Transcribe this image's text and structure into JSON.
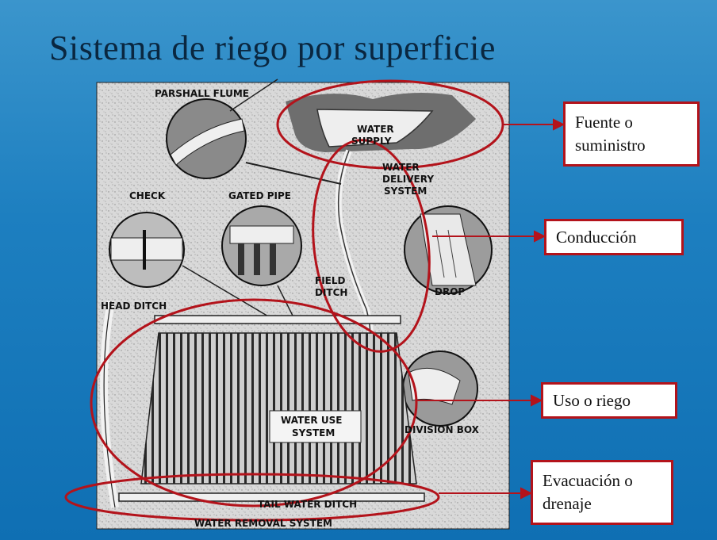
{
  "title": "Sistema de riego por superficie",
  "figure_labels": {
    "parshall_flume": "PARSHALL FLUME",
    "water_supply": [
      "WATER",
      "SUPPLY"
    ],
    "water_delivery": [
      "WATER",
      "DELIVERY",
      "SYSTEM"
    ],
    "check": "CHECK",
    "gated_pipe": "GATED PIPE",
    "field_ditch": [
      "FIELD",
      "DITCH"
    ],
    "drop": "DROP",
    "head_ditch": "HEAD DITCH",
    "water_use": [
      "WATER USE",
      "SYSTEM"
    ],
    "division_box": "DIVISION BOX",
    "tail_water_ditch": "TAIL WATER DITCH",
    "water_removal": "WATER REMOVAL SYSTEM"
  },
  "callouts": {
    "fuente": [
      "Fuente o",
      "suministro"
    ],
    "conduccion": [
      "Conducción"
    ],
    "uso": [
      "Uso o riego"
    ],
    "evacuacion": [
      "Evacuación o",
      "drenaje"
    ]
  },
  "colors": {
    "highlight": "#b3131b",
    "background": "#1d7fc0",
    "figure_paper": "#dcdcdc",
    "ink": "#1a1a1a"
  }
}
